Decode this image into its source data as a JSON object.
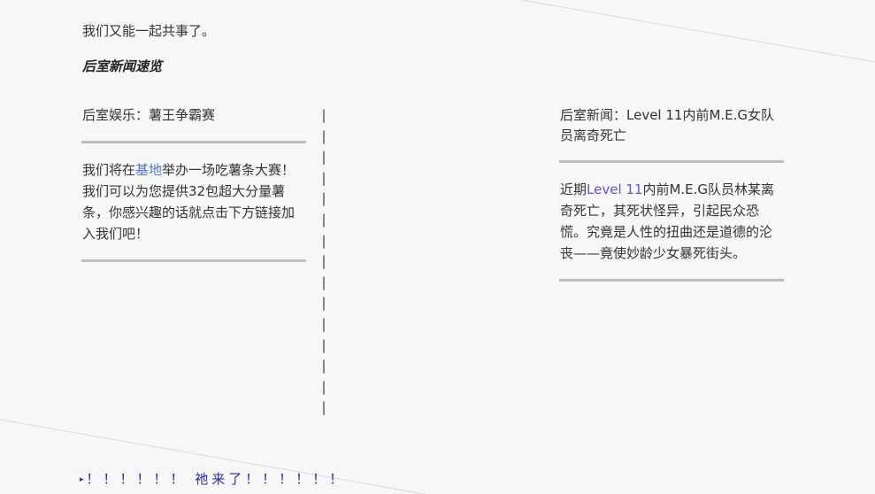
{
  "intro": {
    "text": "我们又能一起共事了。"
  },
  "news_heading": "后室新闻速览",
  "left_card": {
    "title": "后室娱乐：薯王争霸赛",
    "body_prefix": "我们将在",
    "body_link": "基地",
    "body_suffix": "举办一场吃薯条大赛！我们可以为您提供32包超大分量薯条，你感兴趣的话就点击下方链接加入我们吧！"
  },
  "divider": {
    "glyph": "|",
    "count": 15
  },
  "right_card": {
    "title": "后室新闻：Level 11内前M.E.G女队员离奇死亡",
    "body_prefix": "近期",
    "body_link": "Level 11",
    "body_suffix": "内前M.E.G队员林某离奇死亡，其死状怪异，引起民众恐慌。究竟是人性的扭曲还是道德的沦丧——竟使妙龄少女暴死街头。"
  },
  "footer": {
    "cursor": "▸",
    "text": "！！！！！！ 祂来了！！！！！！"
  },
  "colors": {
    "background": "#f7f7f7",
    "text": "#333333",
    "link_blue": "#5575c9",
    "link_purple": "#6a4fd8",
    "rule": "#bdbdbd",
    "footer": "#2b2b9a"
  }
}
